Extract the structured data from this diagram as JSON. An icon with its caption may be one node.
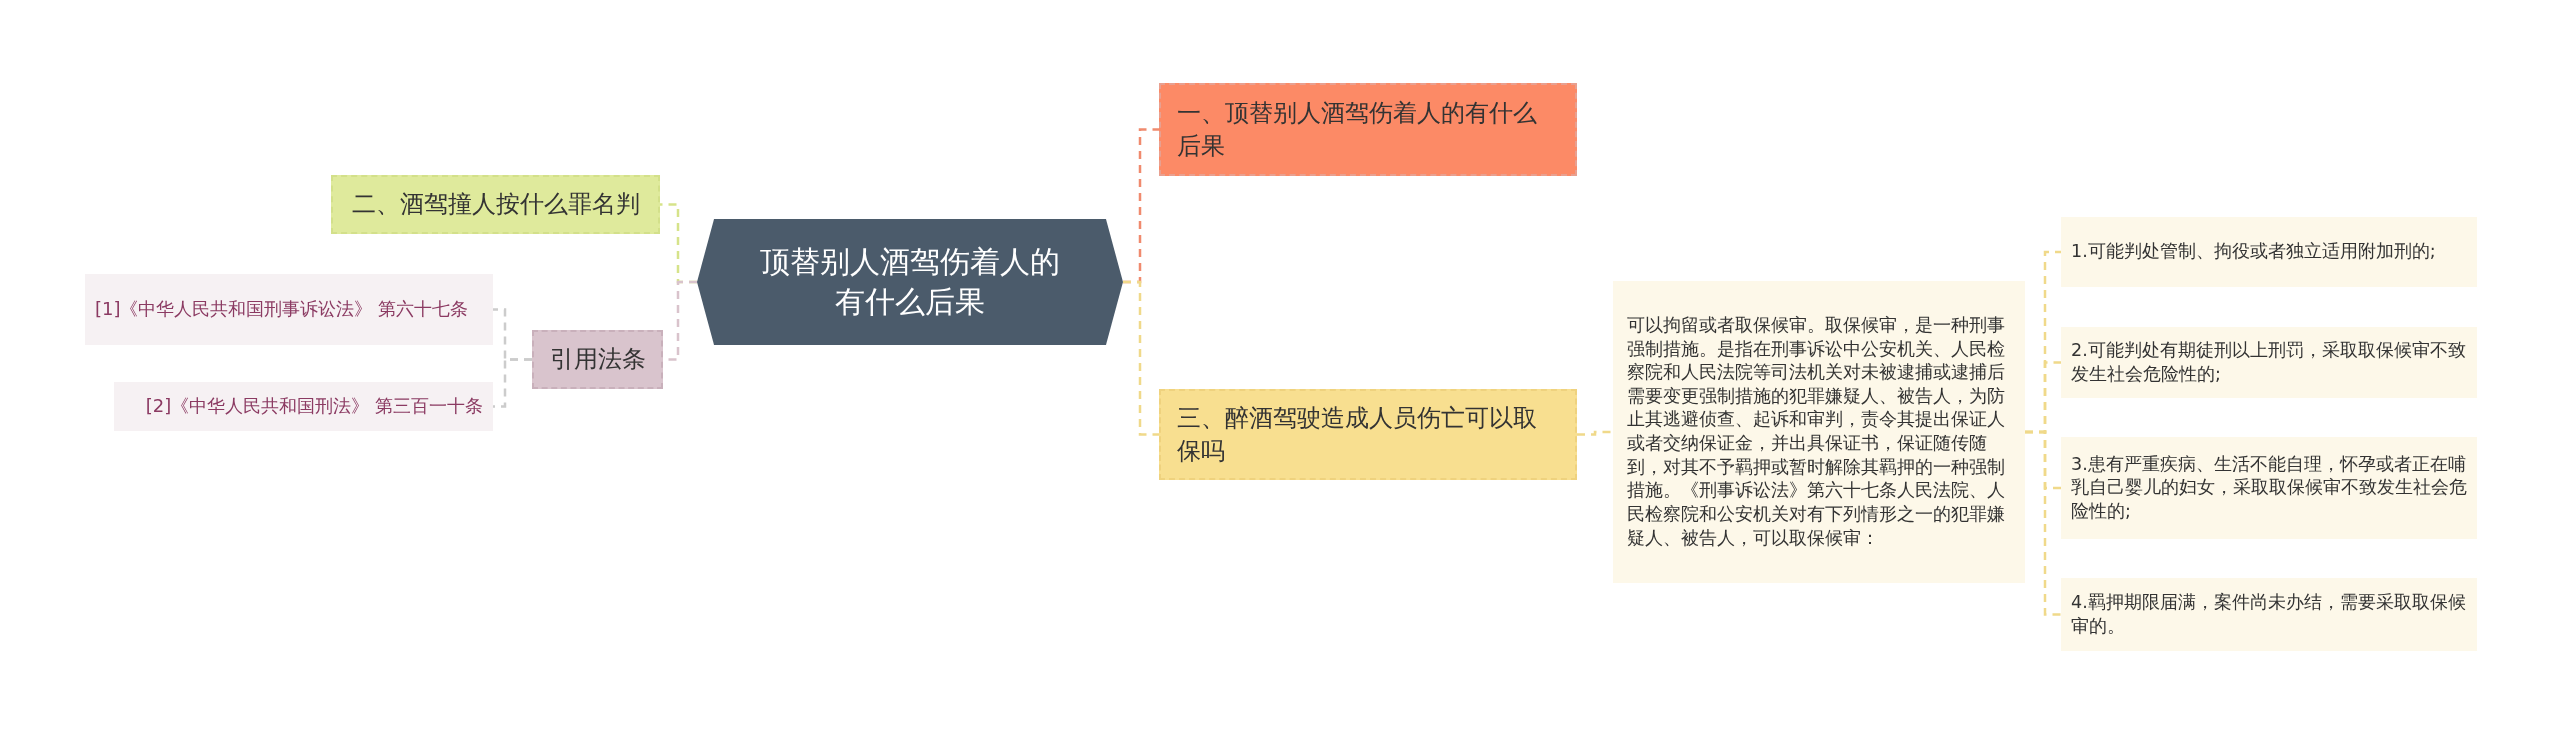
{
  "diagram": {
    "nodes": [
      {
        "text": [
          "顶替别人酒驾伤着人的有什么后果"
        ]
      },
      {
        "text": [
          "一、顶替别人酒驾伤着人的有什么后果"
        ]
      },
      {
        "text": [
          "三、醉酒驾驶造成人员伤亡可以取保吗"
        ]
      },
      {
        "text": [
          " 可以拘留或者取保候审。取保候审，是一种刑事强制措施。是指在刑事诉讼中公安机关、人民检察院和人民法院等司法机关对未被逮捕或逮捕后需要变更强制措施的犯罪嫌疑人、被告人，为防止其逃避侦查、起诉和审判，责令其提出保证人或者交纳保证金，并出具保证书，保证随传随到，对其不予羁押或暂时解除其羁押的一种强制措施。《刑事诉讼法》第六十七条人民法院、人民检察院和公安机关对有下列情形之一的犯罪嫌疑人、被告人，可以取保候审："
        ]
      },
      {
        "text": [
          "1.可能判处管制、拘役或者独立适用附加刑的;"
        ]
      },
      {
        "text": [
          "2.可能判处有期徒刑以上刑罚，采取取保候审不致发生社会危险性的;"
        ]
      },
      {
        "text": [
          "3.患有严重疾病、生活不能自理，怀孕或者正在哺乳自己婴儿的妇女，采取取保候审不致发生社会危险性的;"
        ]
      },
      {
        "text": [
          "4.羁押期限届满，案件尚未办结，需要采取取保候审的。"
        ]
      },
      {
        "text": [
          "二、酒驾撞人按什么罪名判"
        ]
      },
      {
        "text": [
          "引用法条"
        ]
      },
      {
        "text": [
          "[1]《中华人民共和国刑事诉讼法》 第六十七条"
        ]
      },
      {
        "text": [
          "[2]《中华人民共和国刑法》 第三百一十条"
        ]
      }
    ],
    "edges": [
      {
        "from": 0,
        "to": 1,
        "arrow": "none",
        "color": "#f08a6e"
      },
      {
        "from": 0,
        "to": 2,
        "arrow": "none"
      },
      {
        "from": 2,
        "to": 3,
        "arrow": "none"
      },
      {
        "from": 3,
        "to": 4,
        "arrow": "none"
      },
      {
        "from": 3,
        "to": 5,
        "arrow": "none"
      },
      {
        "from": 3,
        "to": 6,
        "arrow": "none"
      },
      {
        "from": 3,
        "to": 7,
        "arrow": "none"
      },
      {
        "from": 0,
        "to": 8,
        "arrow": "none",
        "color": "#d6e38a"
      },
      {
        "from": 0,
        "to": 9,
        "arrow": "none",
        "color": "#d9c3cc"
      },
      {
        "from": 9,
        "to": 10,
        "arrow": "none",
        "color": "#cccccc"
      },
      {
        "from": 9,
        "to": 11,
        "arrow": "none",
        "color": "#cccccc"
      }
    ]
  }
}
